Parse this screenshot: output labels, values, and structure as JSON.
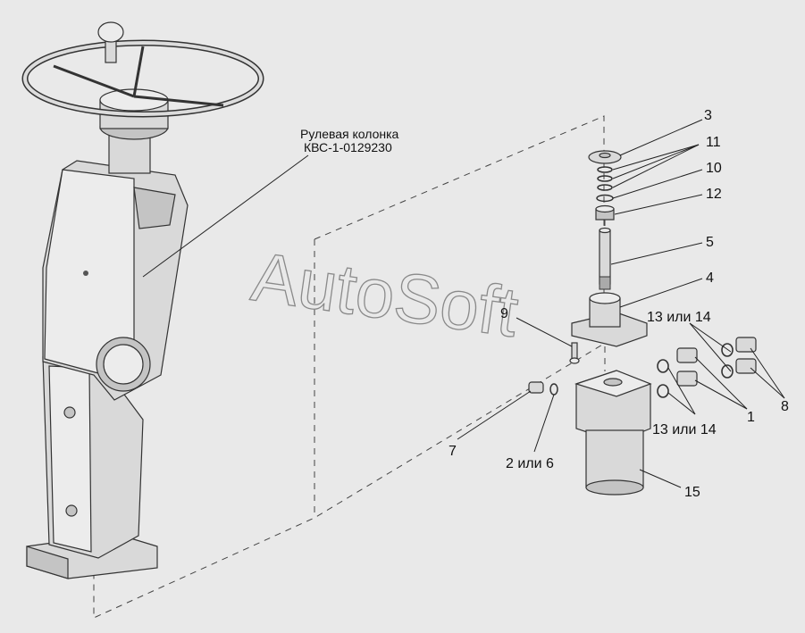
{
  "assembly": {
    "title_line1": "Рулевая колонка",
    "title_line2": "КВС-1-0129230"
  },
  "watermark": "AutoSoft",
  "callouts": [
    {
      "id": "3",
      "text": "3"
    },
    {
      "id": "11",
      "text": "11"
    },
    {
      "id": "10",
      "text": "10"
    },
    {
      "id": "12",
      "text": "12"
    },
    {
      "id": "5",
      "text": "5"
    },
    {
      "id": "4",
      "text": "4"
    },
    {
      "id": "9",
      "text": "9"
    },
    {
      "id": "13a",
      "text": "13 или 14"
    },
    {
      "id": "8",
      "text": "8"
    },
    {
      "id": "1",
      "text": "1"
    },
    {
      "id": "13b",
      "text": "13 или 14"
    },
    {
      "id": "7",
      "text": "7"
    },
    {
      "id": "2",
      "text": "2 или 6"
    },
    {
      "id": "15",
      "text": "15"
    }
  ]
}
